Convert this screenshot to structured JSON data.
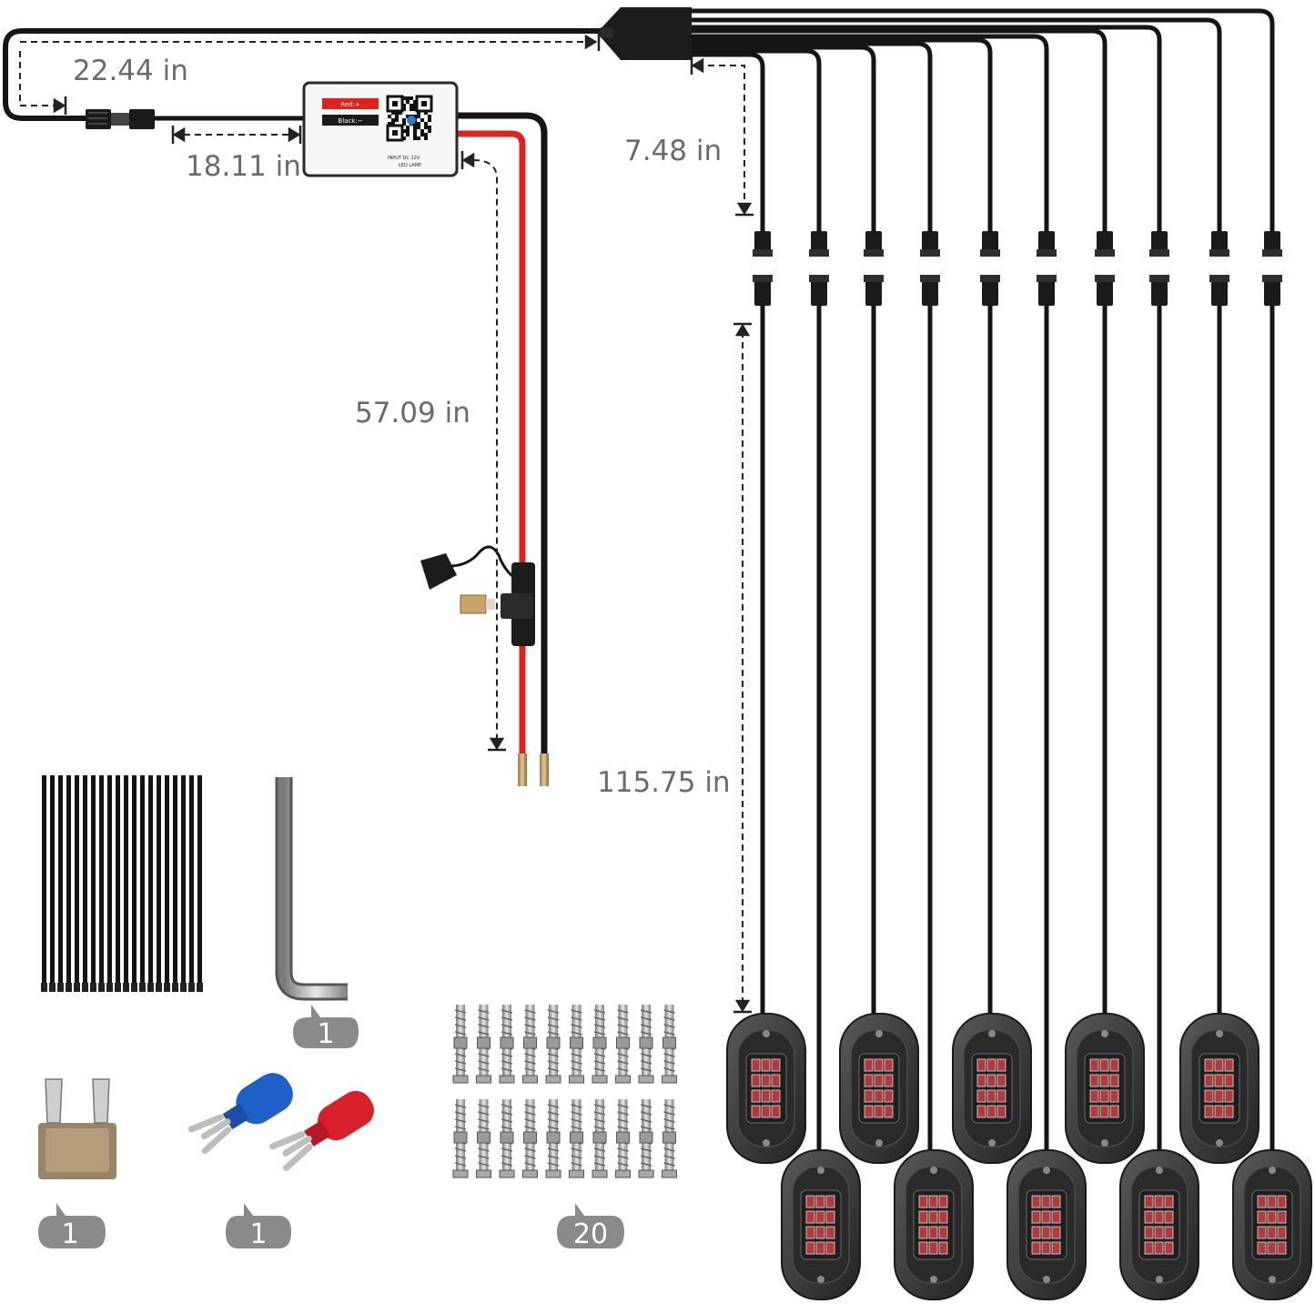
{
  "dimensions": {
    "main_cable": "22.44 in",
    "controller_lead": "18.11 in",
    "branch_lead": "7.48 in",
    "power_lead": "57.09 in",
    "pod_lead": "115.75 in"
  },
  "controller": {
    "red_label": "Red:+",
    "black_label": "Black:−",
    "input_text": "INPUT DC 12V",
    "device_text": "LED LAMP"
  },
  "accessories": {
    "hex_key_qty": "1",
    "fuse_qty": "1",
    "terminal_qty": "1",
    "screw_qty": "20"
  },
  "colors": {
    "wire_black": "#151515",
    "wire_red": "#e0221b",
    "dimension": "#222222",
    "label_gray": "#6b6b6b",
    "badge": "#8a8a8a",
    "pod_body": "#3a3a3a",
    "led_red": "#b23a3a",
    "terminal_blue": "#1f5fc8",
    "terminal_red": "#d8202a"
  },
  "icons": [
    "connector-icon",
    "fuse-holder-icon",
    "blade-fuse-icon",
    "hex-key-icon",
    "cable-ties-icon",
    "spade-terminal-icon",
    "screw-icon",
    "rock-light-pod-icon",
    "qr-code-icon"
  ]
}
